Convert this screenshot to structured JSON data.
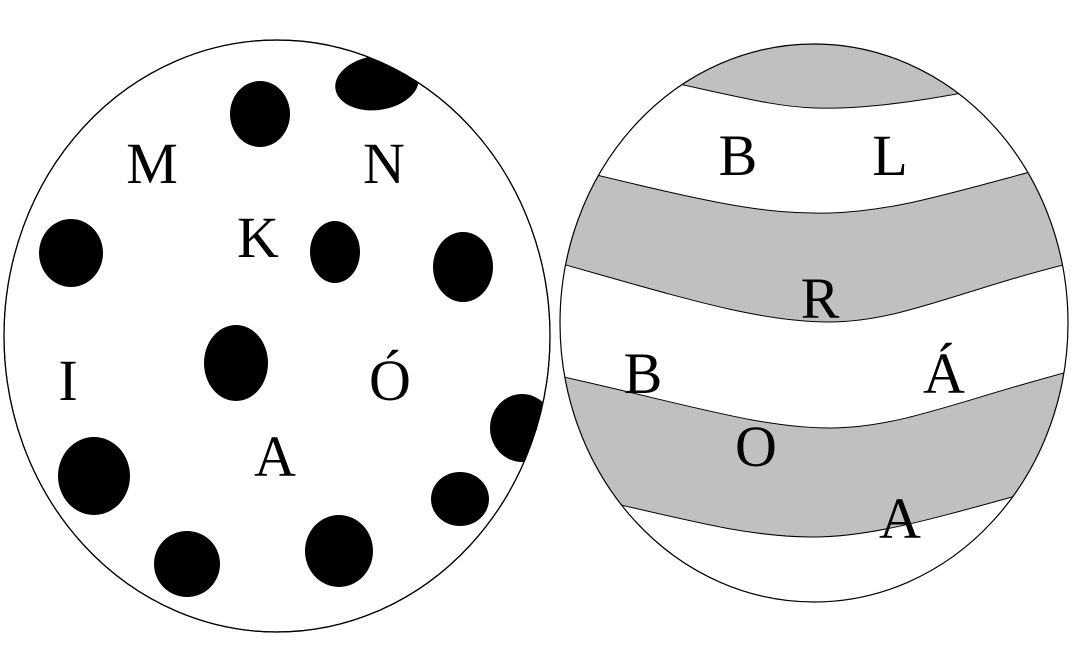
{
  "colors": {
    "background": "#ffffff",
    "outline": "#000000",
    "dot": "#000000",
    "stripe": "#c0c0c0"
  },
  "left_ball": {
    "pattern": "black dots",
    "letters": {
      "m": "M",
      "n": "N",
      "k": "K",
      "i": "I",
      "o_acute": "Ó",
      "a": "A"
    }
  },
  "right_ball": {
    "pattern": "gray stripes",
    "letters": {
      "b_top": "B",
      "l": "L",
      "r": "R",
      "b_mid": "B",
      "a_acute": "Á",
      "o": "O",
      "a": "A"
    }
  }
}
